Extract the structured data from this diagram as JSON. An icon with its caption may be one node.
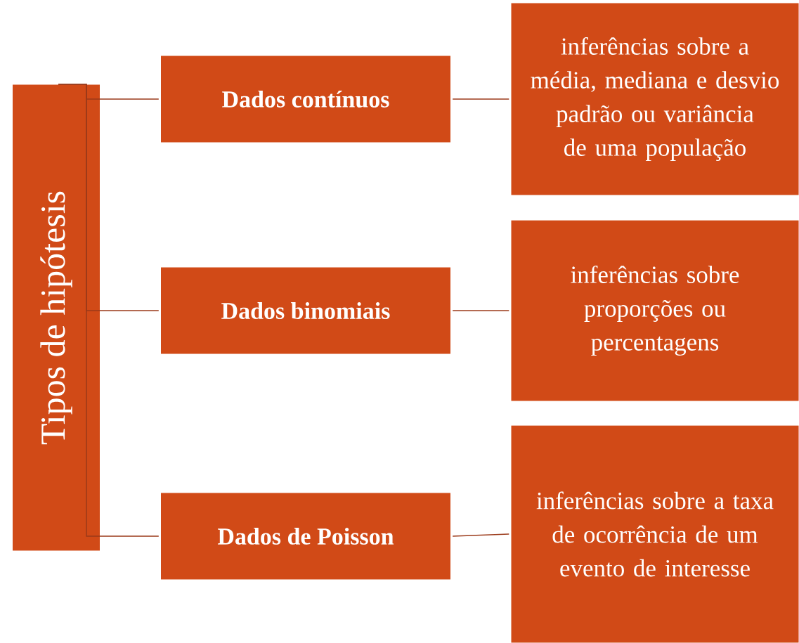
{
  "diagram": {
    "nodes": [
      {
        "text": [
          "Tipos de hipótesis"
        ]
      },
      {
        "text": [
          "Dados contínuos"
        ]
      },
      {
        "text": [
          "Dados binomiais"
        ]
      },
      {
        "text": [
          "Dados de Poisson"
        ]
      },
      {
        "text": [
          "inferências sobre a média, mediana e desvio padrão ou variância de uma população"
        ]
      },
      {
        "text": [
          "inferências sobre proporções ou percentagens"
        ]
      },
      {
        "text": [
          "inferências sobre a taxa de ocorrência de um evento de interesse"
        ]
      }
    ],
    "edges": [
      {
        "from": 0,
        "to": 1,
        "arrow": "none"
      },
      {
        "from": 0,
        "to": 2,
        "arrow": "none"
      },
      {
        "from": 0,
        "to": 3,
        "arrow": "none"
      },
      {
        "from": 1,
        "to": 4,
        "arrow": "none"
      },
      {
        "from": 2,
        "to": 5,
        "arrow": "none"
      },
      {
        "from": 3,
        "to": 6,
        "arrow": "none"
      }
    ]
  }
}
